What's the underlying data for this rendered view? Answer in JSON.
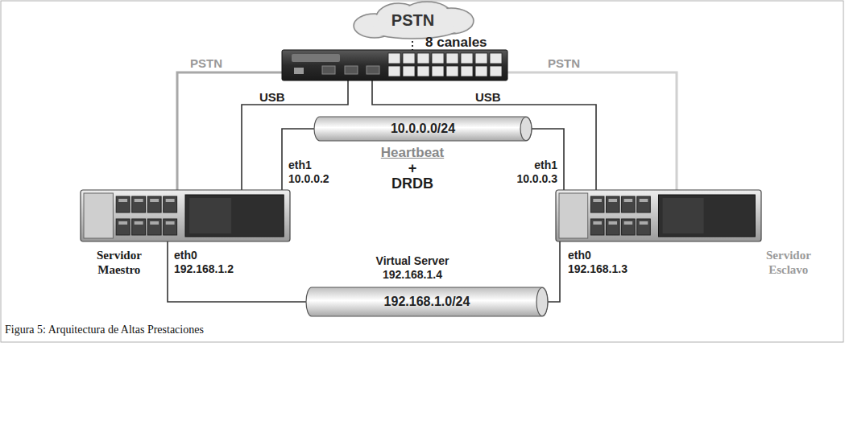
{
  "diagram": {
    "caption": "Figura 5: Arquitectura de Altas Prestaciones",
    "nodes": [
      {
        "text": [
          "PSTN"
        ]
      },
      {
        "text": [
          "10.0.0.0/24"
        ]
      },
      {
        "text": [
          "Servidor Maestro"
        ]
      },
      {
        "text": [
          "Servidor Esclavo"
        ]
      },
      {
        "text": [
          "192.168.1.0/24"
        ]
      }
    ],
    "edges": [
      {
        "from": 2,
        "to": 1,
        "arrow": "none"
      },
      {
        "from": 3,
        "to": 1,
        "arrow": "none"
      },
      {
        "from": 2,
        "to": 4,
        "arrow": "none"
      },
      {
        "from": 3,
        "to": 4,
        "arrow": "none"
      }
    ],
    "labels": [
      "8 canales",
      "PSTN",
      "PSTN",
      "USB",
      "USB",
      "Heartbeat",
      "+",
      "DRDB",
      "eth1 10.0.0.2",
      "eth1 10.0.0.3",
      "eth0 192.168.1.2",
      "Virtual Server 192.168.1.4",
      "eth0 192.168.1.3"
    ]
  }
}
